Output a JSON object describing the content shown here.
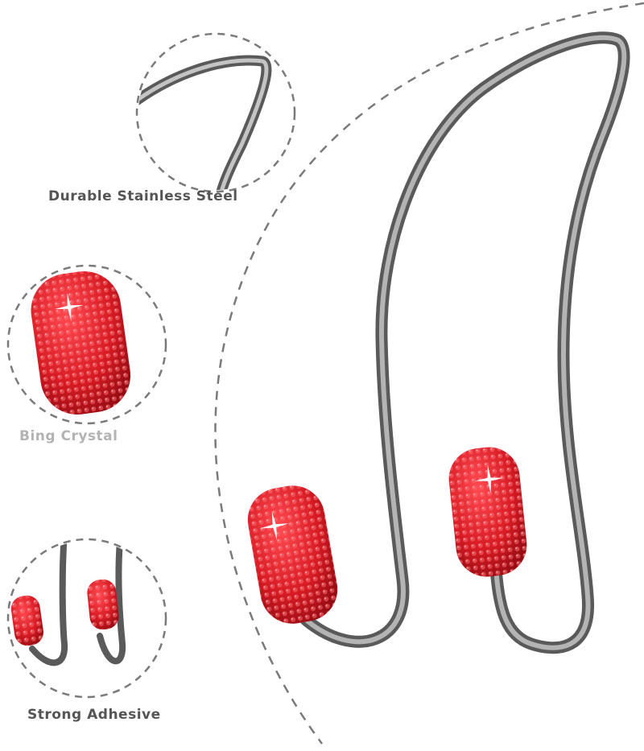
{
  "features": [
    {
      "label": "Durable Stainless Steel",
      "icon": "steel-wire-closeup"
    },
    {
      "label": "Bing Crystal",
      "icon": "red-crystal-tip"
    },
    {
      "label": "Strong Adhesive",
      "icon": "double-hook-closeup"
    }
  ],
  "colors": {
    "steel": "#9a9a9a",
    "steel_dark": "#6e6e6e",
    "crystal": "#d61b24",
    "crystal_dark": "#9c0d12",
    "dashed": "#7a7a7a",
    "caption_dark": "#555555",
    "caption_light": "#b3b3b3"
  }
}
